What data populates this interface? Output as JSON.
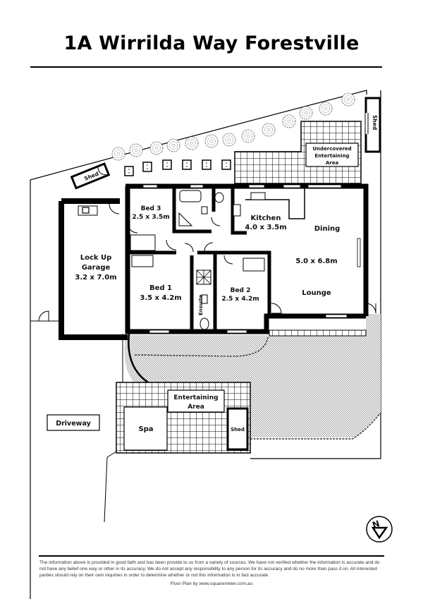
{
  "header": {
    "title": "1A Wirrilda Way Forestville"
  },
  "rooms": {
    "bed3": {
      "name": "Bed 3",
      "size": "2.5 x 3.5m"
    },
    "kitchen": {
      "name": "Kitchen",
      "size": "4.0 x 3.5m"
    },
    "dining": {
      "name": "Dining"
    },
    "living": {
      "size": "5.0 x 6.8m"
    },
    "lounge": {
      "name": "Lounge"
    },
    "garage": {
      "line1": "Lock Up",
      "line2": "Garage",
      "size": "3.2 x 7.0m"
    },
    "bed1": {
      "name": "Bed 1",
      "size": "3.5 x 4.2m"
    },
    "bed2": {
      "name": "Bed 2",
      "size": "2.5 x 4.2m"
    },
    "ensuite": {
      "name": "Ensuite"
    }
  },
  "outdoor": {
    "shed_top_left": "Shed",
    "shed_top_right": "Shed",
    "shed_bottom": "Shed",
    "undercovered": {
      "line1": "Undercovered",
      "line2": "Entertaining",
      "line3": "Area"
    },
    "entertaining": {
      "line1": "Entertaining",
      "line2": "Area"
    },
    "spa": "Spa",
    "driveway": "Driveway"
  },
  "compass": {
    "label": "N"
  },
  "footer": {
    "disclaimer": "The information above is provided in good faith and has been provide to us from a variety of sources. We have not verified whether the information is accurate and do not have any belief one way or other in its accuracy. We do not accept any responsibility to any person for its accuracy and do no more than pass it on. All interested parties should rely on their own inquiries in order to determine whether or not this information is in fact accurate.",
    "credit": "Floor Plan by www.squaremeter.com.au"
  }
}
